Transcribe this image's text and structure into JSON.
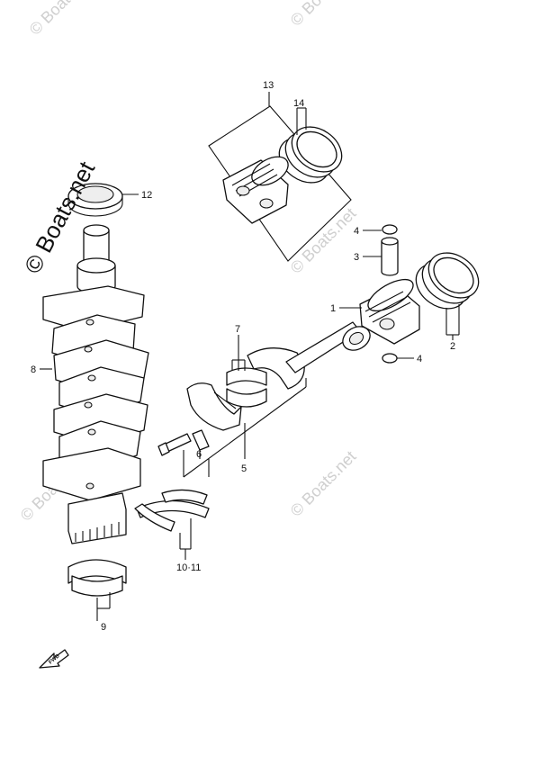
{
  "watermark": {
    "main": "© Boats.net",
    "faint": "© Boats.net"
  },
  "fwd_marker": {
    "label": "FWD"
  },
  "callouts": {
    "c1": "1",
    "c2": "2",
    "c3": "3",
    "c4a": "4",
    "c4b": "4",
    "c5": "5",
    "c6": "6",
    "c7": "7",
    "c8": "8",
    "c9": "9",
    "c10_11": "10·11",
    "c12": "12",
    "c13": "13",
    "c14": "14"
  },
  "colors": {
    "line": "#111111",
    "watermark": "#cfcfcf",
    "background": "#ffffff"
  }
}
